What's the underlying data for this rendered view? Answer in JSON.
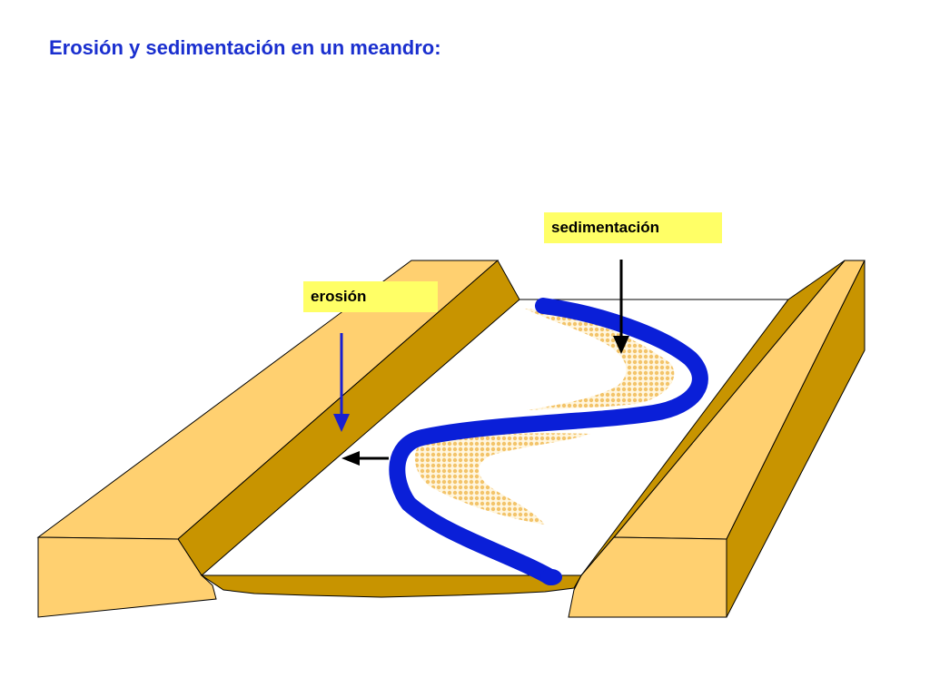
{
  "title": "Erosión y sedimentación en un meandro:",
  "labels": {
    "erosion": "erosión",
    "sedimentation": "sedimentación"
  },
  "colors": {
    "title": "#1a2fcf",
    "label_background": "#ffff66",
    "bank_top": "#ffd070",
    "bank_face": "#c89400",
    "valley_floor": "#ffffff",
    "river": "#0a1fd8",
    "sediment": "#f3c46a",
    "erosion_arrow": "#1a1fd0",
    "sedimentation_arrow": "#000000"
  }
}
